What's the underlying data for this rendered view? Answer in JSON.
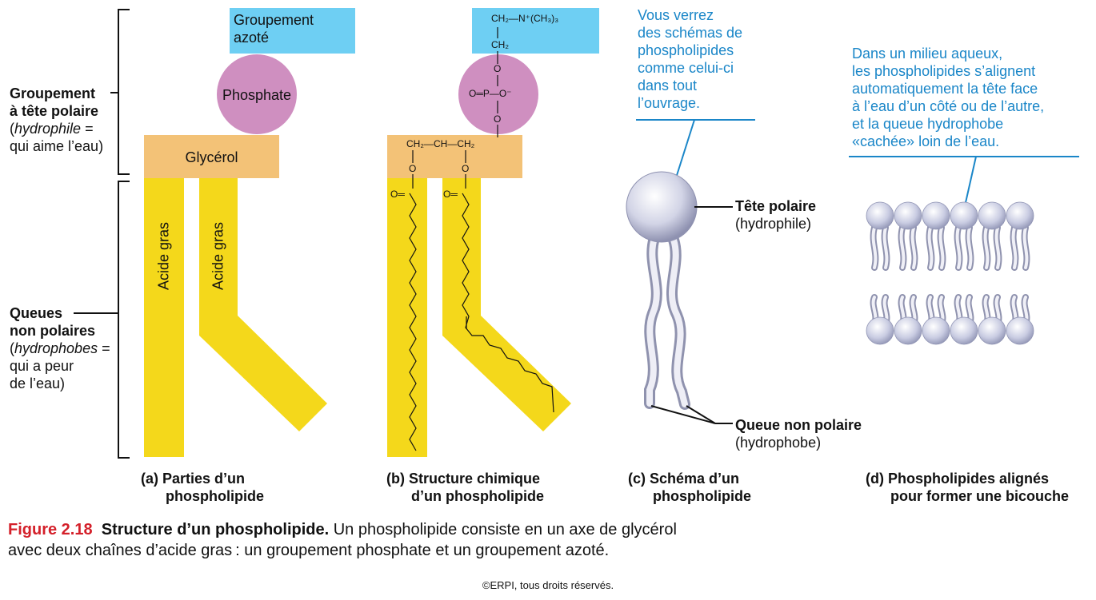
{
  "left_labels": {
    "polar_head_line1": "Groupement",
    "polar_head_line2": "à tête polaire",
    "polar_head_line3_italic": "hydrophile",
    "polar_head_line3_rest": " =",
    "polar_head_line4": "qui aime l’eau)",
    "tails_line1": "Queues",
    "tails_line2": "non polaires",
    "tails_line3_italic": "hydrophobes",
    "tails_line3_rest": " =",
    "tails_line4": "qui a peur",
    "tails_line5": "de l’eau)"
  },
  "panel_a": {
    "nitrogen_line1": "Groupement",
    "nitrogen_line2": "azoté",
    "phosphate": "Phosphate",
    "glycerol": "Glycérol",
    "fatty_acid_1": "Acide gras",
    "fatty_acid_2": "Acide gras",
    "caption_line1": "(a) Parties d’un",
    "caption_line2": "phospholipide"
  },
  "panel_b": {
    "chem_top": "CH₂—N⁺(CH₃)₃",
    "chem_ch2": "CH₂",
    "chem_o1": "O",
    "chem_pline": "O═P—O⁻",
    "chem_o2": "O",
    "chem_glycerol": "CH₂—CH—CH₂",
    "chem_o3": "O",
    "chem_o4": "O",
    "chem_co1": "O═",
    "chem_co2": "O═",
    "caption_line1": "(b) Structure chimique",
    "caption_line2": "d’un phospholipide"
  },
  "panel_c": {
    "note_lines": [
      "Vous verrez",
      "des schémas de",
      "phospholipides",
      "comme celui-ci",
      "dans tout",
      "l’ouvrage."
    ],
    "head_label": "Tête polaire",
    "head_sub": "(hydrophile)",
    "tail_label": "Queue non polaire",
    "tail_sub": "(hydrophobe)",
    "caption_line1": "(c) Schéma d’un",
    "caption_line2": "phospholipide"
  },
  "panel_d": {
    "note_lines": [
      "Dans un milieu aqueux,",
      "les phospholipides s’alignent",
      "automatiquement la tête face",
      "à l’eau d’un côté ou de l’autre,",
      "et la queue hydrophobe",
      "«cachée» loin de l’eau."
    ],
    "caption_line1": "(d) Phospholipides alignés",
    "caption_line2": "pour former une bicouche"
  },
  "figure_caption": {
    "number": "Figure 2.18",
    "title": "Structure d’un phospholipide.",
    "text1": " Un phospholipide consiste en un axe de glycérol",
    "text2": "avec deux chaînes d’acide gras : un groupement phosphate et un groupement azoté."
  },
  "copyright": "©ERPI, tous droits réservés.",
  "colors": {
    "nitrogen_box": "#6ecff3",
    "phosphate": "#cf8fc0",
    "glycerol": "#f3c277",
    "fatty_acid": "#f4d81b",
    "note_blue": "#1a86c8",
    "figure_red": "#d4202a"
  }
}
